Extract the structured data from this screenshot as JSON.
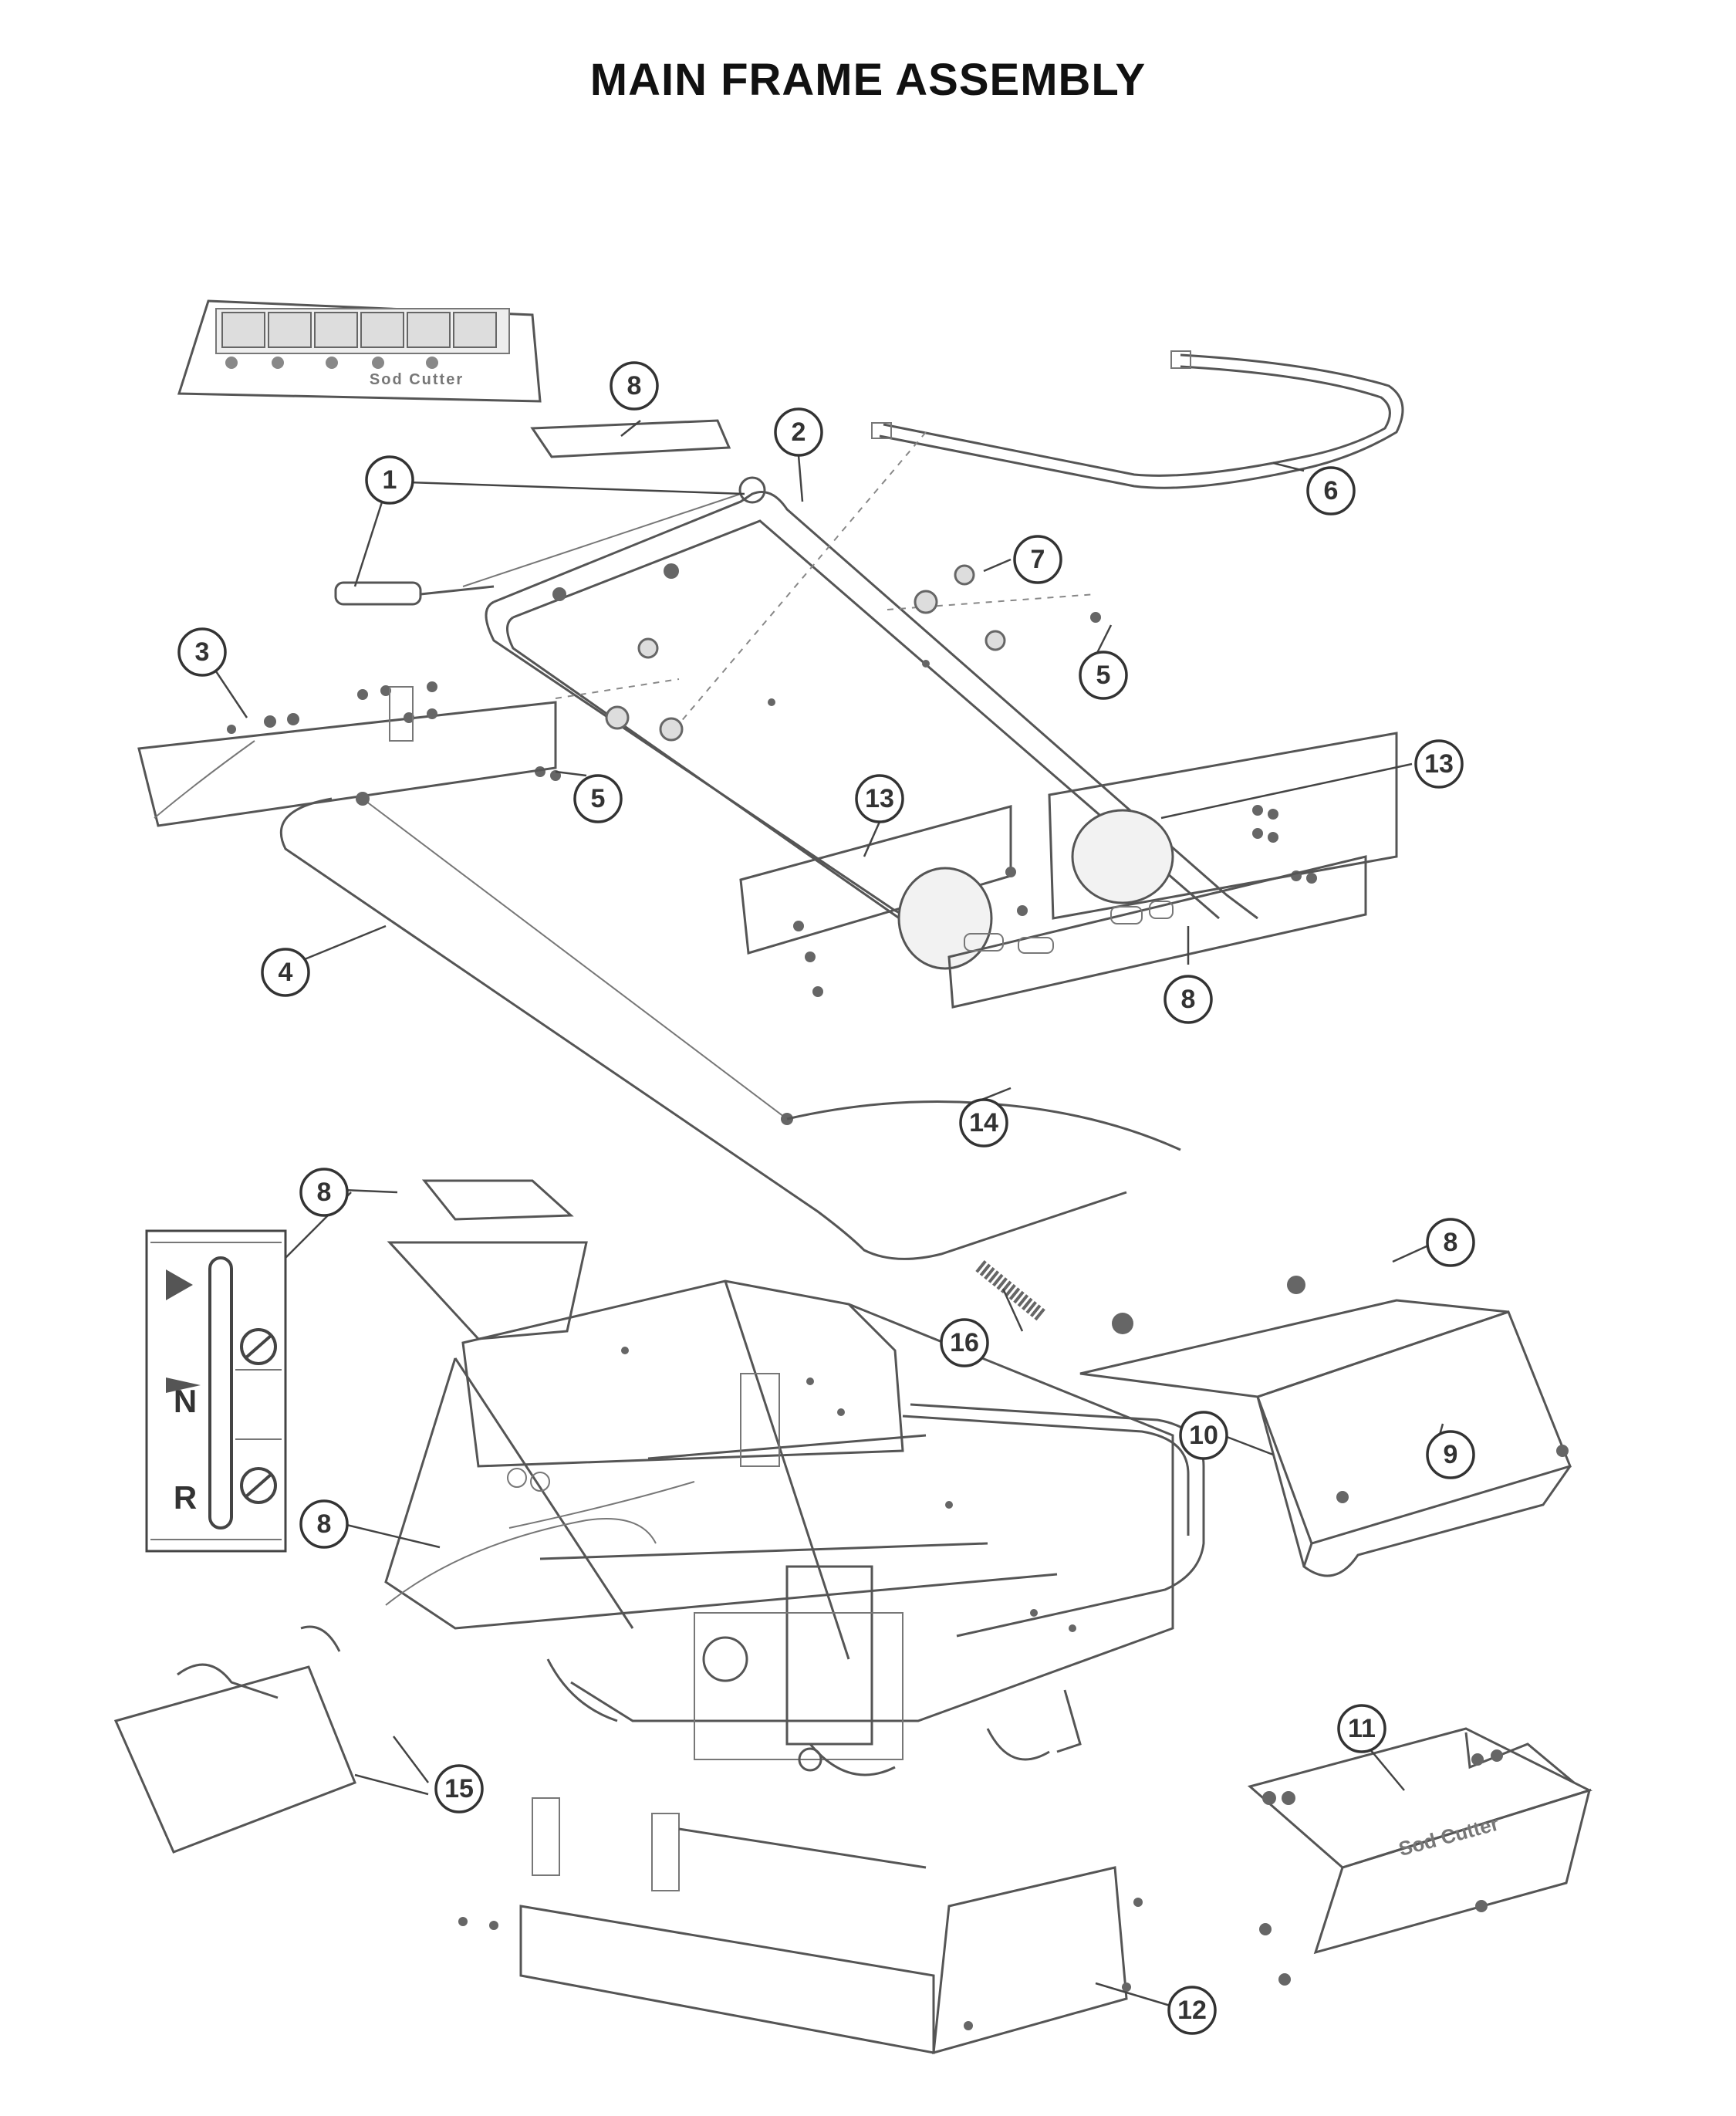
{
  "title": "MAIN FRAME ASSEMBLY",
  "decal_top": {
    "brand": "Sod Cutter"
  },
  "decal_gear": {
    "labels": [
      "N",
      "R"
    ]
  },
  "decal_11": {
    "brand": "Sod Cutter"
  },
  "callouts": [
    "1",
    "2",
    "3",
    "4",
    "5",
    "5",
    "6",
    "7",
    "8",
    "8",
    "8",
    "8",
    "8",
    "9",
    "10",
    "11",
    "12",
    "13",
    "13",
    "14",
    "15",
    "16"
  ]
}
